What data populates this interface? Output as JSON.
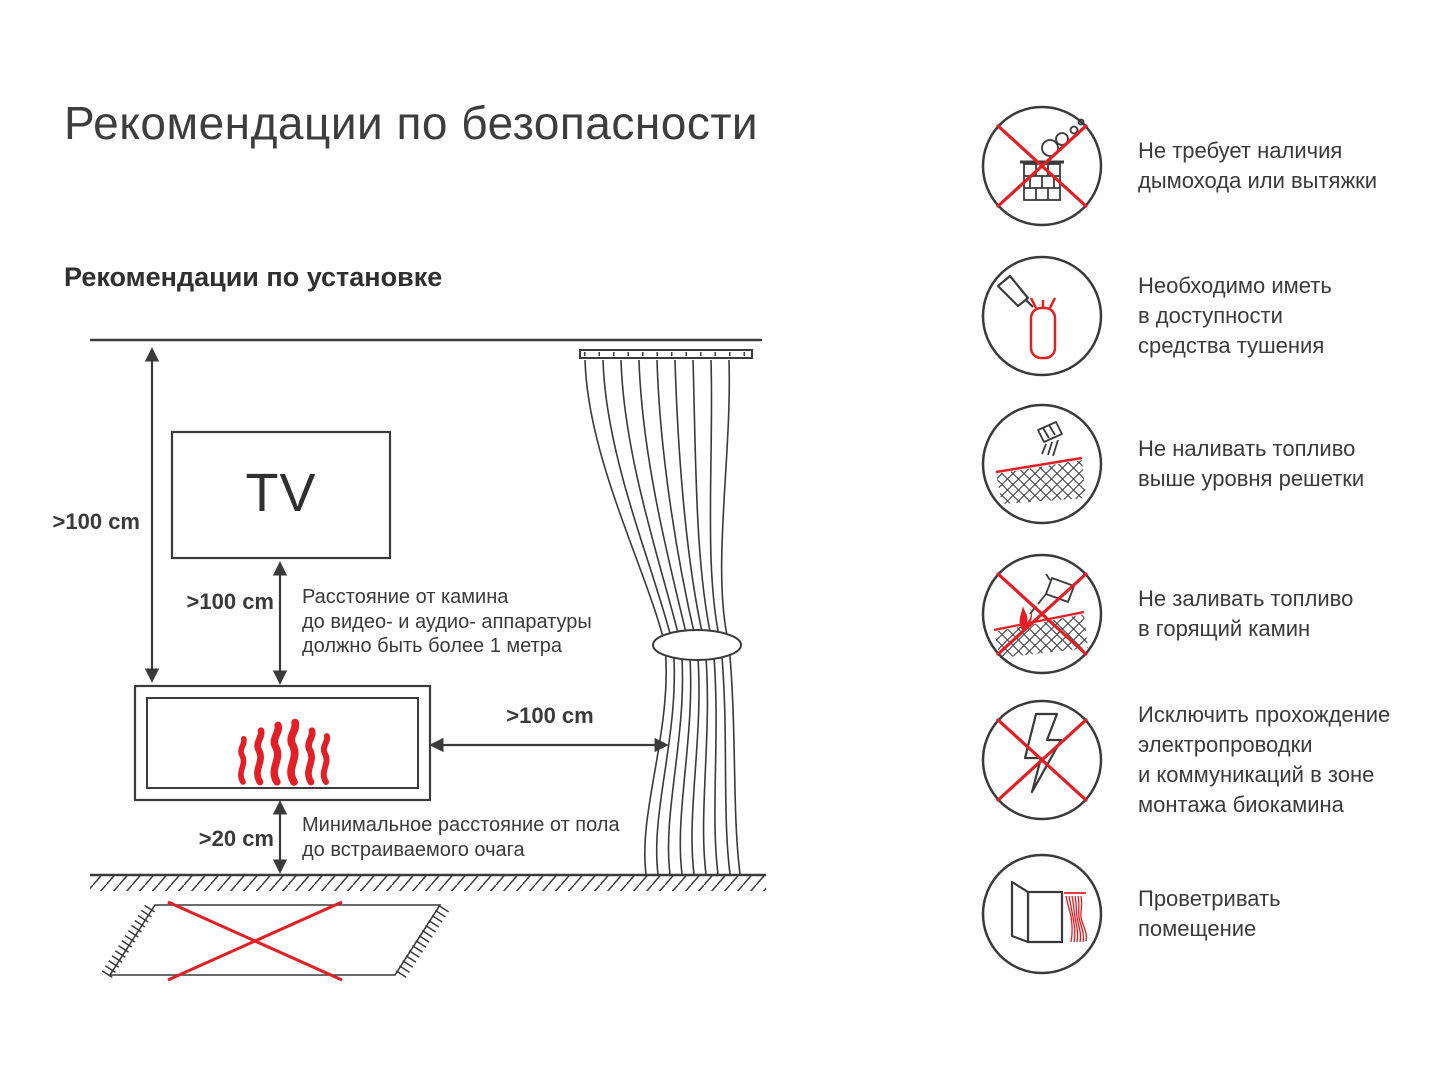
{
  "page": {
    "title": "Рекомендации по безопасности",
    "subtitle": "Рекомендации по установке"
  },
  "diagram": {
    "tv_label": "TV",
    "dist_ceiling": ">100 cm",
    "dist_tv": ">100 cm",
    "dist_curtain": ">100 cm",
    "dist_floor": ">20 cm",
    "note_tv": "Расстояние от камина\nдо видео- и аудио- аппаратуры\nдолжно быть более 1 метра",
    "note_floor": "Минимальное расстояние от пола\nдо встраиваемого очага"
  },
  "safety_items": [
    {
      "icon": "no-chimney-icon",
      "caption": "Не требует наличия\nдымохода или вытяжки"
    },
    {
      "icon": "fire-extinguisher-icon",
      "caption": "Необходимо иметь\nв доступности\nсредства тушения"
    },
    {
      "icon": "fuel-level-icon",
      "caption": "Не наливать топливо\nвыше уровня решетки"
    },
    {
      "icon": "no-refueling-flame-icon",
      "caption": "Не заливать топливо\nв горящий камин"
    },
    {
      "icon": "no-wiring-icon",
      "caption": "Исключить прохождение\nэлектропроводки\nи коммуникаций в зоне\nмонтажа биокамина"
    },
    {
      "icon": "ventilation-icon",
      "caption": "Проветривать\nпомещение"
    }
  ],
  "colors": {
    "accent_red": "#e31e24",
    "ink": "#3a3a3a"
  }
}
